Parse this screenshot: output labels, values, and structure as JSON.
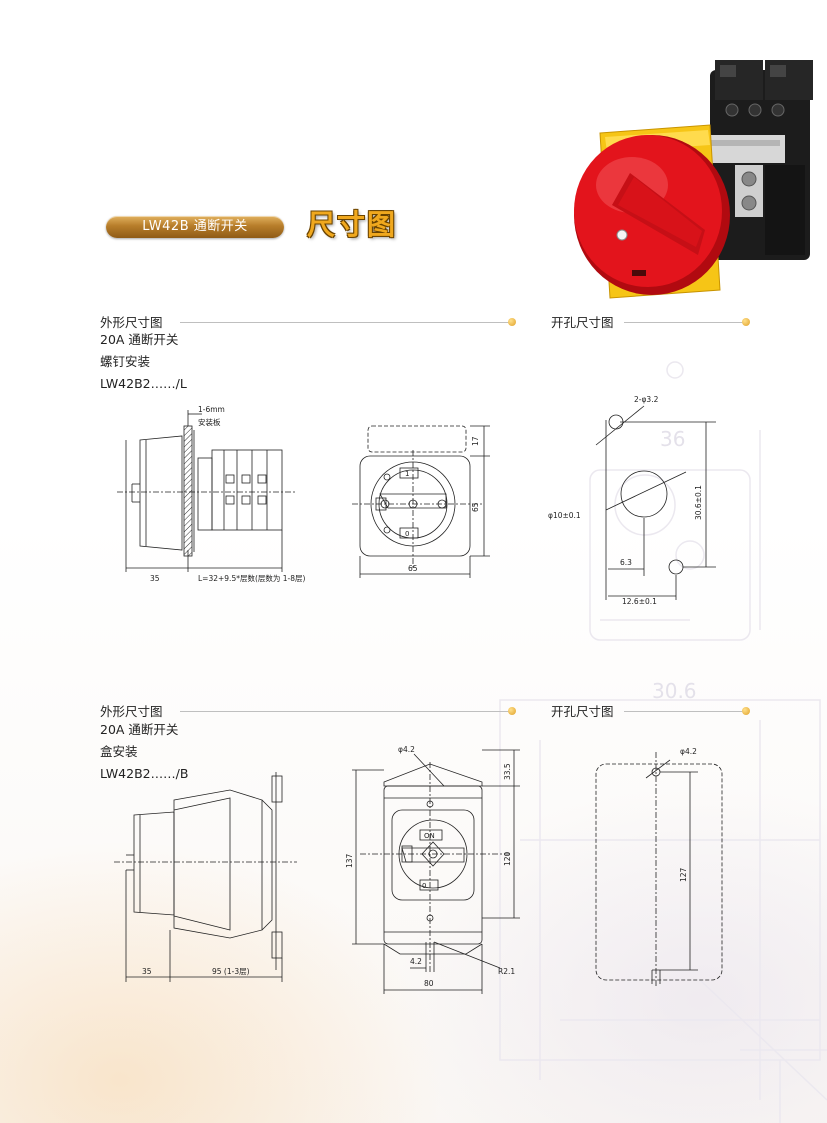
{
  "header": {
    "series_label": "LW42B 通断开关",
    "title": "尺寸图"
  },
  "section_top": {
    "outline_heading": "外形尺寸图",
    "cutout_heading": "开孔尺寸图",
    "lines": [
      "20A 通断开关",
      "螺钉安装",
      "LW42B2……/L"
    ]
  },
  "section_bottom": {
    "outline_heading": "外形尺寸图",
    "cutout_heading": "开孔尺寸图",
    "lines": [
      "20A 通断开关",
      "盒安装",
      "LW42B2……/B"
    ]
  },
  "drawing1": {
    "panel_label": "1-6mm",
    "panel_label2": "安装板",
    "dim_front": "35",
    "dim_length": "L=32+9.5*层数(层数为 1-8层)"
  },
  "drawing2": {
    "dim_top": "17",
    "dim_height": "65",
    "dim_width": "65",
    "label_on": "1",
    "label_off": "0"
  },
  "drawing3": {
    "dim_hole_small": "2-φ3.2",
    "dim_hole_big": "φ10±0.1",
    "dim_height": "30.6±0.1",
    "dim_offset": "6.3",
    "dim_width": "12.6±0.1"
  },
  "drawing4": {
    "dim_front": "35",
    "dim_length": "95 (1-3层)"
  },
  "drawing5": {
    "dim_hole": "φ4.2",
    "dim_top": "33.5",
    "dim_height": "137",
    "dim_inner": "120",
    "dim_bottom_hole": "4.2",
    "dim_radius": "R2.1",
    "dim_width": "80",
    "label_on": "ON",
    "label_off": "0"
  },
  "drawing6": {
    "dim_hole": "φ4.2",
    "dim_height": "127"
  },
  "ghost": {
    "n1": "36",
    "n2": "30.6"
  },
  "colors": {
    "accent": "#f0a81e",
    "pill": "#b77d2a",
    "knob_red": "#e3141c",
    "plate_yellow": "#f6c516"
  }
}
